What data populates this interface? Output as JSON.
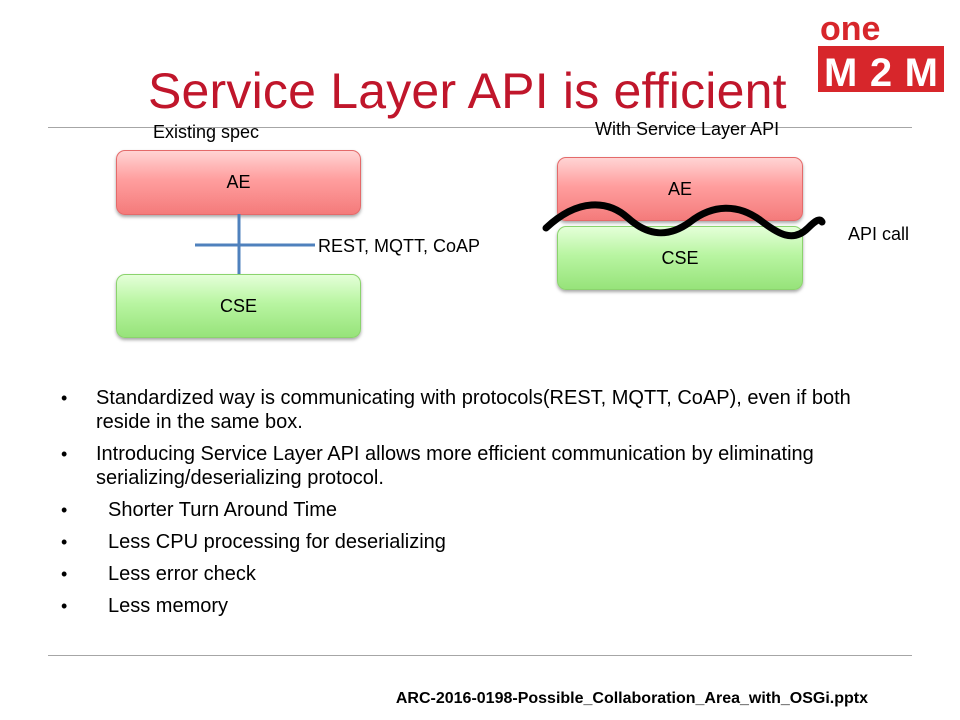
{
  "slide": {
    "title": "Service Layer API is efficient",
    "footer": "ARC-2016-0198-Possible_Collaboration_Area_with_OSGi.pptx",
    "logo_text_top": "one",
    "logo_text_bottom": "M2M"
  },
  "diagram_left": {
    "caption": "Existing spec",
    "top_box": "AE",
    "bottom_box": "CSE",
    "link_label": "REST, MQTT, CoAP"
  },
  "diagram_right": {
    "caption": "With Service Layer API",
    "top_box": "AE",
    "bottom_box": "CSE",
    "call_label": "API call"
  },
  "bullets": [
    {
      "text": "Standardized way is communicating with protocols(REST, MQTT, CoAP), even if both reside in the same box.",
      "indent": false
    },
    {
      "text": "Introducing Service Layer API allows more efficient communication by eliminating serializing/deserializing protocol.",
      "indent": false
    },
    {
      "text": "Shorter Turn Around Time",
      "indent": true
    },
    {
      "text": "Less CPU processing for deserializing",
      "indent": true
    },
    {
      "text": "Less error check",
      "indent": true
    },
    {
      "text": "Less memory",
      "indent": true
    }
  ],
  "colors": {
    "title": "#c0162b",
    "ae_box": "#ff9e9e",
    "cse_box": "#b9f5a2",
    "connector": "#4f81bd",
    "logo": "#d7262b"
  }
}
